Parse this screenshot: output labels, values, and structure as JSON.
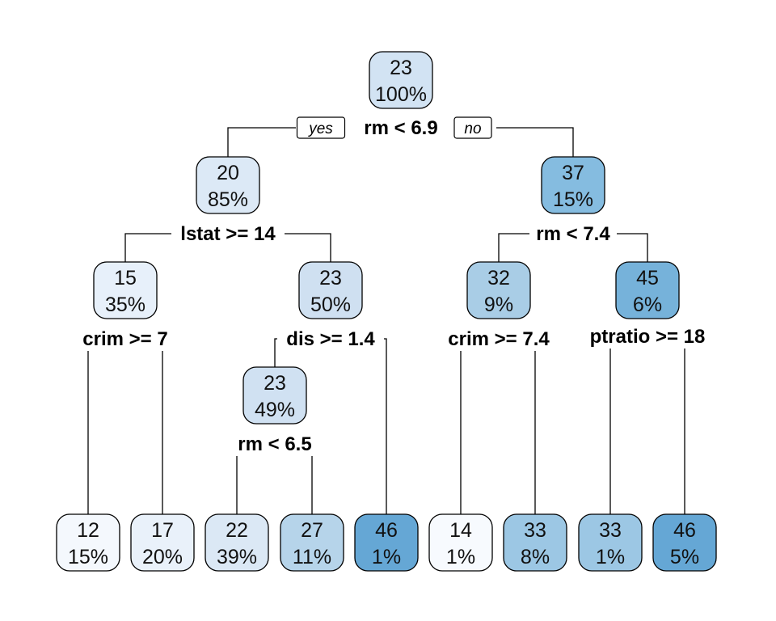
{
  "tree": {
    "branch_labels": {
      "yes": "yes",
      "no": "no"
    },
    "nodes": [
      {
        "id": "n1",
        "value": "23",
        "percent": "100%",
        "fill": "#d2e3f3"
      },
      {
        "id": "n2",
        "value": "20",
        "percent": "85%",
        "fill": "#dce9f6"
      },
      {
        "id": "n3",
        "value": "37",
        "percent": "15%",
        "fill": "#85bce0"
      },
      {
        "id": "n4",
        "value": "15",
        "percent": "35%",
        "fill": "#e7f0fa"
      },
      {
        "id": "n5",
        "value": "23",
        "percent": "50%",
        "fill": "#cfe0f1"
      },
      {
        "id": "n6",
        "value": "32",
        "percent": "9%",
        "fill": "#a9cde6"
      },
      {
        "id": "n7",
        "value": "45",
        "percent": "6%",
        "fill": "#76b2da"
      },
      {
        "id": "n8",
        "value": "23",
        "percent": "49%",
        "fill": "#d0e1f2"
      },
      {
        "id": "l1",
        "value": "12",
        "percent": "15%",
        "fill": "#f4f8fd"
      },
      {
        "id": "l2",
        "value": "17",
        "percent": "20%",
        "fill": "#e9f1fa"
      },
      {
        "id": "l3",
        "value": "22",
        "percent": "39%",
        "fill": "#dbe8f5"
      },
      {
        "id": "l4",
        "value": "27",
        "percent": "11%",
        "fill": "#b6d4ea"
      },
      {
        "id": "l5",
        "value": "46",
        "percent": "1%",
        "fill": "#65a7d5"
      },
      {
        "id": "l6",
        "value": "14",
        "percent": "1%",
        "fill": "#f7fafe"
      },
      {
        "id": "l7",
        "value": "33",
        "percent": "8%",
        "fill": "#9cc7e4"
      },
      {
        "id": "l8",
        "value": "33",
        "percent": "1%",
        "fill": "#9cc7e4"
      },
      {
        "id": "l9",
        "value": "46",
        "percent": "5%",
        "fill": "#65a7d5"
      }
    ],
    "splits": [
      {
        "id": "s1",
        "label": "rm < 6.9"
      },
      {
        "id": "s2",
        "label": "lstat >= 14"
      },
      {
        "id": "s3",
        "label": "rm < 7.4"
      },
      {
        "id": "s4",
        "label": "crim >= 7"
      },
      {
        "id": "s5",
        "label": "dis >= 1.4"
      },
      {
        "id": "s6",
        "label": "crim >= 7.4"
      },
      {
        "id": "s7",
        "label": "ptratio >= 18"
      },
      {
        "id": "s8",
        "label": "rm < 6.5"
      }
    ]
  }
}
